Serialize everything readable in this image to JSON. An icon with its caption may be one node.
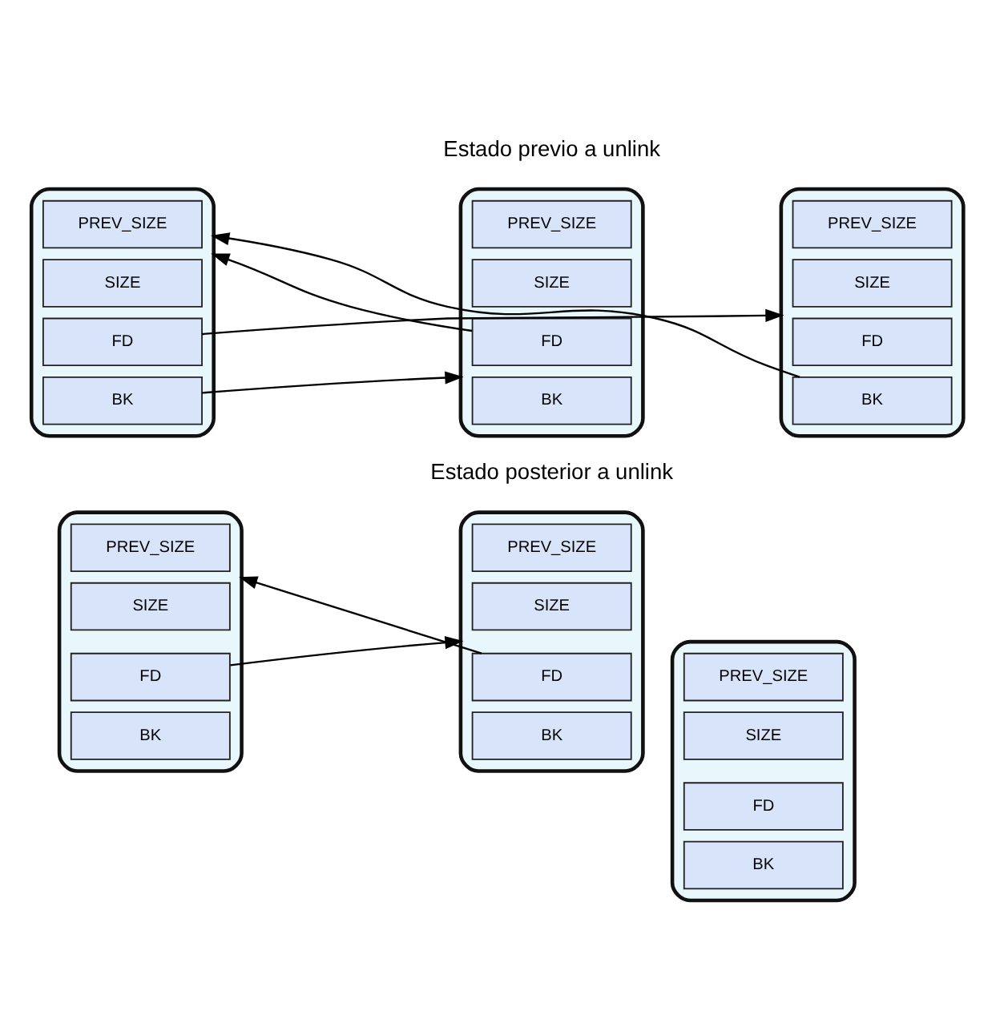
{
  "diagram": {
    "nodes": [
      {
        "text": [],
        "shape": "box"
      },
      {
        "text": [
          "PREV_SIZE"
        ],
        "in": 0
      },
      {
        "text": [
          "SIZE"
        ],
        "in": 0
      },
      {
        "text": [
          "FD"
        ],
        "in": 0
      },
      {
        "text": [
          "BK"
        ],
        "in": 0
      },
      {
        "text": [],
        "shape": "box"
      },
      {
        "text": [
          "PREV_SIZE"
        ],
        "in": 5
      },
      {
        "text": [
          "SIZE"
        ],
        "in": 5
      },
      {
        "text": [
          "FD"
        ],
        "in": 5
      },
      {
        "text": [
          "BK"
        ],
        "in": 5
      },
      {
        "text": [],
        "shape": "box"
      },
      {
        "text": [
          "PREV_SIZE"
        ],
        "in": 10
      },
      {
        "text": [
          "SIZE"
        ],
        "in": 10
      },
      {
        "text": [
          "FD"
        ],
        "in": 10
      },
      {
        "text": [
          "BK"
        ],
        "in": 10
      },
      {
        "text": [],
        "shape": "box"
      },
      {
        "text": [
          "PREV_SIZE"
        ],
        "in": 15
      },
      {
        "text": [
          "SIZE"
        ],
        "in": 15
      },
      {
        "text": [
          "FD"
        ],
        "in": 15
      },
      {
        "text": [
          "BK"
        ],
        "in": 15
      },
      {
        "text": [],
        "shape": "box"
      },
      {
        "text": [
          "PREV_SIZE"
        ],
        "in": 20
      },
      {
        "text": [
          "SIZE"
        ],
        "in": 20
      },
      {
        "text": [
          "FD"
        ],
        "in": 20
      },
      {
        "text": [
          "BK"
        ],
        "in": 20
      },
      {
        "text": [],
        "shape": "box"
      },
      {
        "text": [
          "PREV_SIZE"
        ],
        "in": 25
      },
      {
        "text": [
          "SIZE"
        ],
        "in": 25
      },
      {
        "text": [
          "FD"
        ],
        "in": 25
      },
      {
        "text": [
          "BK"
        ],
        "in": 25
      }
    ],
    "edges": [
      {
        "from": 3,
        "to": 5,
        "arrow": "to"
      },
      {
        "from": 9,
        "to": 0,
        "arrow": "to"
      },
      {
        "from": 8,
        "to": 10,
        "arrow": "to"
      },
      {
        "from": 14,
        "to": 5,
        "arrow": "to"
      },
      {
        "from": 18,
        "to": 25,
        "arrow": "to"
      },
      {
        "from": 28,
        "to": 15,
        "arrow": "to"
      }
    ],
    "labels": [
      "Estado previo a unlink",
      "Estado posterior a unlink"
    ]
  }
}
